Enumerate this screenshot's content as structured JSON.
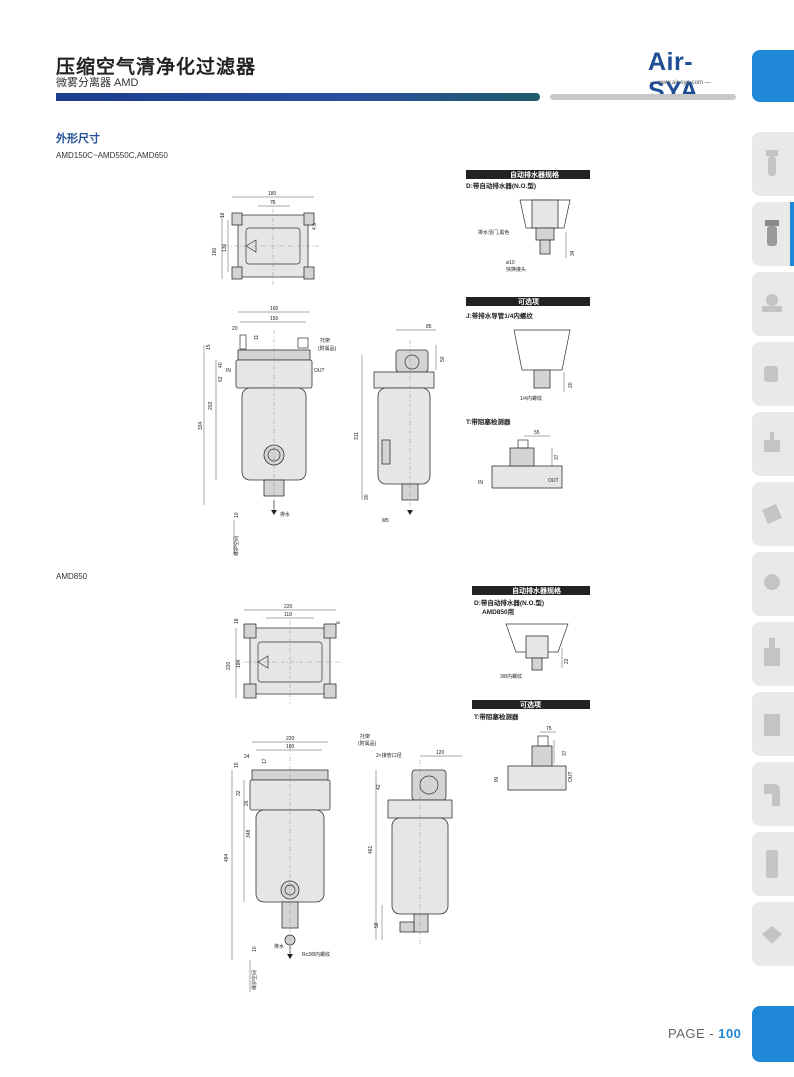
{
  "header": {
    "title": "压缩空气清净化过滤器",
    "subtitle": "微雾分离器 AMD",
    "logo": "Air-SYA",
    "logo_url": "— www.air-sya.com —"
  },
  "section_title": "外形尺寸",
  "models": {
    "group1": "AMD150C~AMD550C,AMD650",
    "group2": "AMD850"
  },
  "group1": {
    "top_view": {
      "d180": "180",
      "d76": "76",
      "d12": "12",
      "d45": "4.5",
      "d180v": "180",
      "d136": "136"
    },
    "front": {
      "d160": "160",
      "d150": "150",
      "d20": "20",
      "d11": "11",
      "d15": "15",
      "d40": "40",
      "d62": "62",
      "d203": "203",
      "d334": "334",
      "d10": "10",
      "bracket": "托架",
      "bracket_note": "(附属品)",
      "drain": "排水",
      "maint": "维护空间",
      "in": "IN",
      "out": "OUT"
    },
    "side": {
      "d85": "85",
      "d311": "311",
      "d50": "50",
      "d30": "30",
      "m5": "M5"
    },
    "spec_auto": {
      "header": "自动排水器规格",
      "desc": "D:带自动排水器(N.O.型)",
      "label1": "排水活门,黑色",
      "label2": "ø10",
      "label3": "快换接头",
      "d34": "34"
    },
    "options": {
      "header": "可选项",
      "j_desc": "J:带排水导管1/4内螺纹",
      "j_label": "1/4内螺纹",
      "j_d20": "20",
      "t_desc": "T:带阻塞检测器",
      "t_d55": "55",
      "t_d37": "37",
      "t_in": "IN",
      "t_out": "OUT"
    }
  },
  "group2": {
    "top_view": {
      "d220": "220",
      "d110": "110",
      "d18": "18",
      "d6": "6",
      "d220v": "220",
      "d184": "184"
    },
    "front": {
      "d220": "220",
      "d180": "180",
      "d24": "24",
      "d17": "17",
      "d15": "15",
      "d32": "32",
      "d26": "26",
      "d348": "348",
      "d484": "484",
      "d10": "10",
      "bracket": "托架",
      "bracket_note": "(附属品)",
      "drain": "排水",
      "rc": "Rc3/8内螺纹",
      "maint": "维护空间",
      "ports": "2×接管口径"
    },
    "side": {
      "d120": "120",
      "d42": "42",
      "d461": "461",
      "d58": "58"
    },
    "spec_auto": {
      "header": "自动排水器规格",
      "desc1": "D:带自动排水器(N.O.型)",
      "desc2": "AMD850用",
      "label": "3/8内螺纹",
      "d22": "22"
    },
    "options": {
      "header": "可选项",
      "t_desc": "T:带阻塞检测器",
      "d75": "75",
      "d37": "37",
      "in": "IN",
      "out": "OUT"
    }
  },
  "footer": {
    "page_prefix": "PAGE - ",
    "page_number": "100"
  },
  "colors": {
    "brand": "#1f4e96",
    "accent": "#1e87d6",
    "body_fill": "#e6e6e8"
  }
}
